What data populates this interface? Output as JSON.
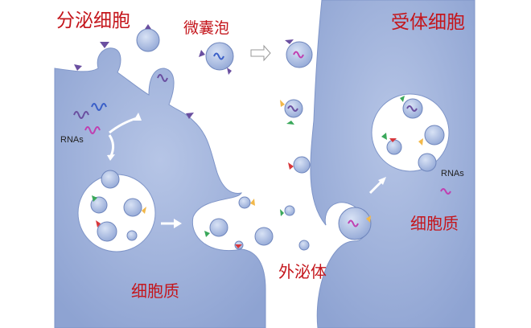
{
  "labels": {
    "secretory_cell": "分泌细胞",
    "microvesicle": "微囊泡",
    "recipient_cell": "受体细胞",
    "rnas_left": "RNAs",
    "cytoplasm_left": "细胞质",
    "exosome": "外泌体",
    "cytoplasm_right": "细胞质",
    "rnas_right": "RNAs"
  },
  "colors": {
    "cell": "#9aaed8",
    "cell_edge": "#6f86bd",
    "label": "#c4161c",
    "marker_purple": "#6a4fa0",
    "marker_green": "#3aa85a",
    "marker_yellow": "#f2b84a",
    "marker_red": "#d8363a"
  }
}
